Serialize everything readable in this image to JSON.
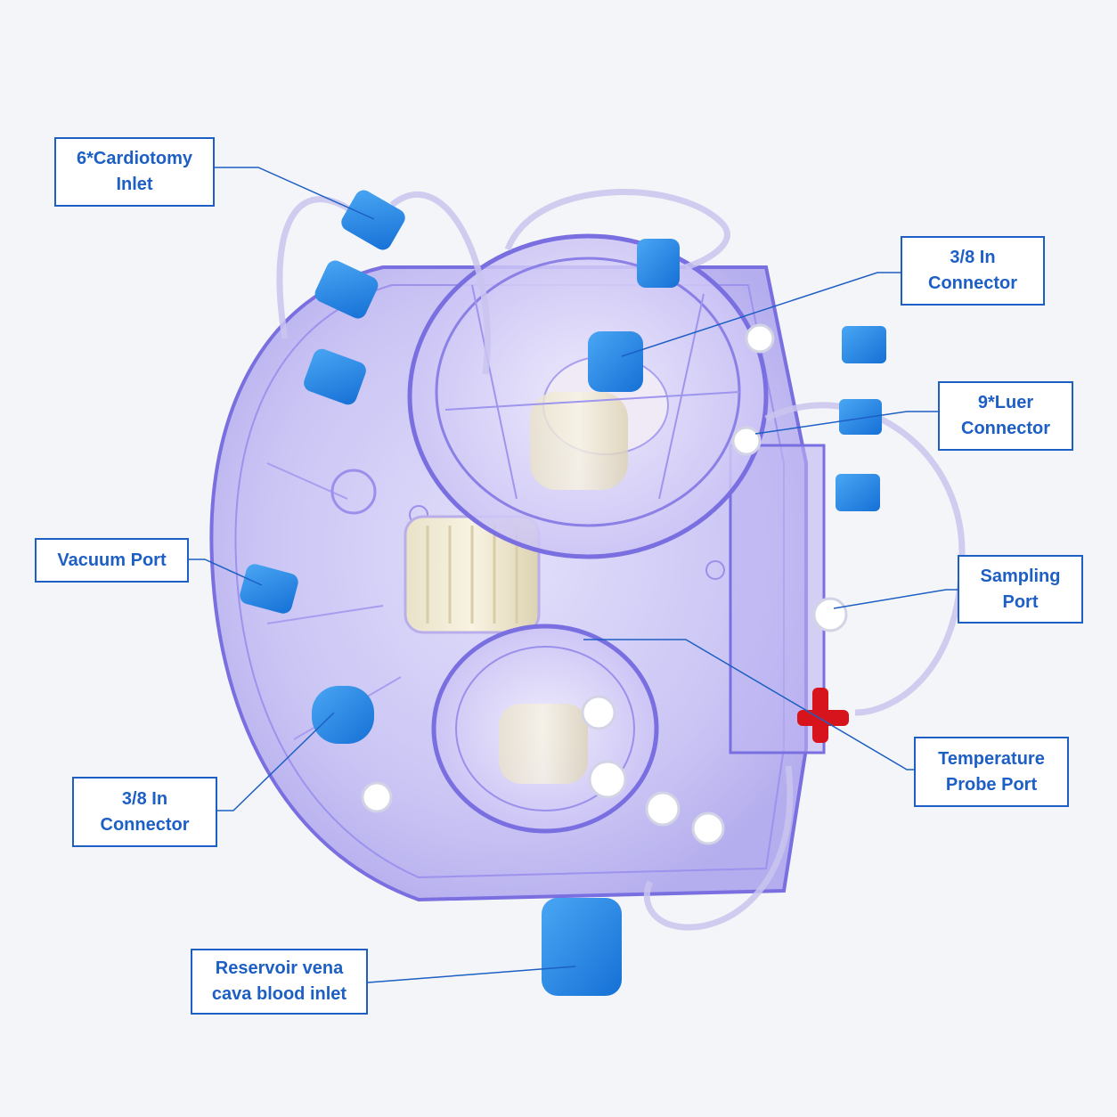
{
  "colors": {
    "label_text": "#1d5fc4",
    "label_border": "#1d5fc4",
    "leader_line": "#1d5fc4",
    "housing": "#8f86e6",
    "cap_blue": "#1f86e8",
    "stopcock_red": "#d7141c",
    "background": "#f4f5f8"
  },
  "labels": {
    "cardiotomy_inlet": [
      "6*Cardiotomy",
      "Inlet"
    ],
    "connector_top": [
      "3/8 In",
      "Connector"
    ],
    "luer_connector": [
      "9*Luer",
      "Connector"
    ],
    "vacuum_port": [
      "Vacuum Port"
    ],
    "sampling_port": [
      "Sampling",
      "Port"
    ],
    "connector_left": [
      "3/8 In",
      "Connector"
    ],
    "temperature_probe_port": [
      "Temperature",
      "Probe Port"
    ],
    "vena_cava_inlet": [
      "Reservoir vena",
      "cava blood inlet"
    ]
  }
}
